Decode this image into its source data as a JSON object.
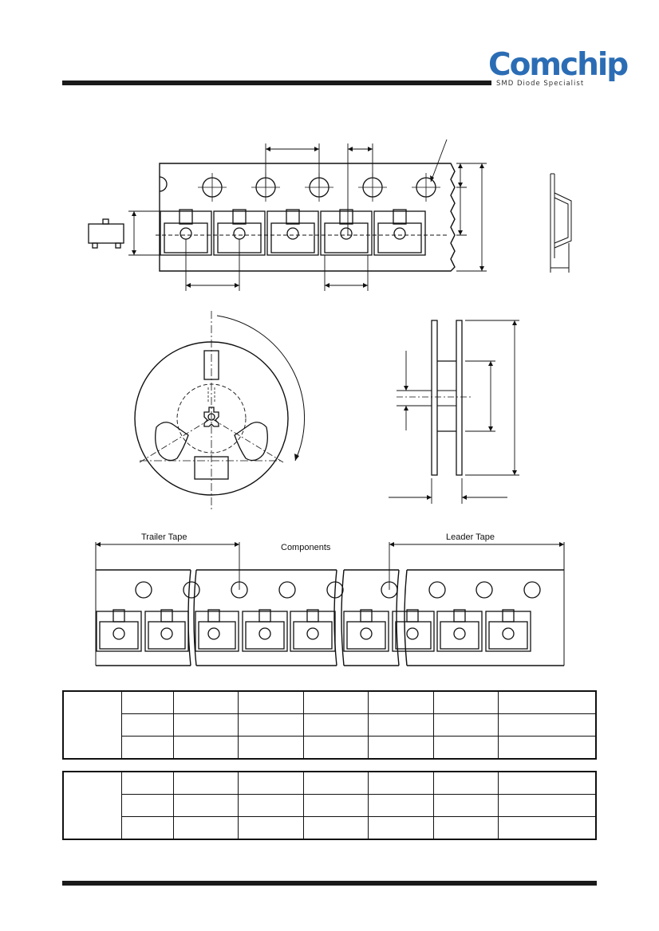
{
  "header": {
    "brand": "Comchip",
    "tagline": "SMD Diode Specialist",
    "brand_color": "#2b6db5"
  },
  "packaging_diagram": {
    "trailer_label": "Trailer Tape",
    "components_label": "Components",
    "leader_label": "Leader Tape"
  },
  "tables": [
    {
      "rows": [
        [
          "",
          "",
          "",
          "",
          "",
          "",
          ""
        ],
        [
          "",
          "",
          "",
          "",
          "",
          "",
          ""
        ],
        [
          "",
          "",
          "",
          "",
          "",
          "",
          ""
        ]
      ]
    },
    {
      "rows": [
        [
          "",
          "",
          "",
          "",
          "",
          "",
          ""
        ],
        [
          "",
          "",
          "",
          "",
          "",
          "",
          ""
        ],
        [
          "",
          "",
          "",
          "",
          "",
          "",
          ""
        ]
      ]
    }
  ]
}
